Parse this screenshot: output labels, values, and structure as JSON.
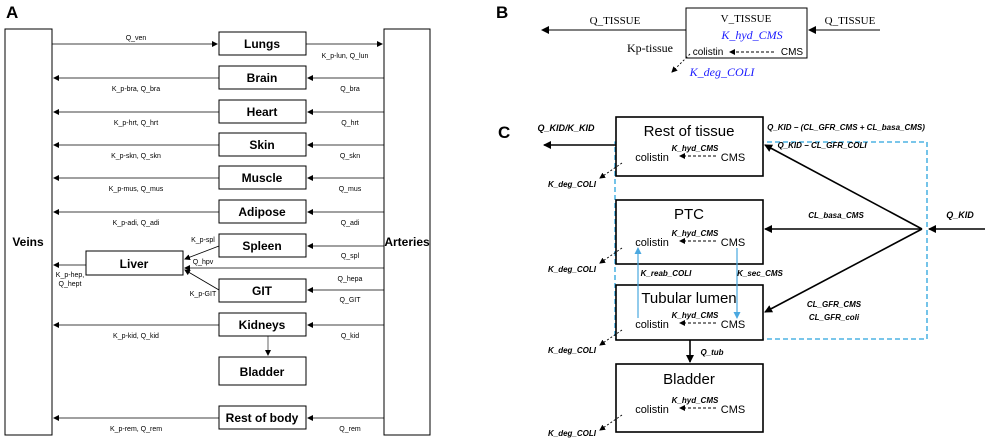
{
  "colors": {
    "line": "#000000",
    "accent_blue": "#1a1aff",
    "dashed_boundary": "#2aa3dd",
    "light_arrow": "#4aa8e0"
  },
  "panel_a": {
    "letter": "A",
    "veins": "Veins",
    "arteries": "Arteries",
    "organs": [
      "Lungs",
      "Brain",
      "Heart",
      "Skin",
      "Muscle",
      "Adipose",
      "Spleen",
      "GIT",
      "Kidneys",
      "Bladder",
      "Rest of body"
    ],
    "liver": "Liver",
    "q_ven": "Q_ven",
    "left_flows": [
      "K_p-bra, Q_bra",
      "K_p-hrt, Q_hrt",
      "K_p-skn, Q_skn",
      "K_p-mus, Q_mus",
      "K_p-adi, Q_adi",
      "K_p-kid, Q_kid",
      "K_p-rem, Q_rem"
    ],
    "right_flows": [
      "K_p-lun, Q_lun",
      "Q_bra",
      "Q_hrt",
      "Q_skn",
      "Q_mus",
      "Q_adi",
      "Q_spl",
      "Q_hepa",
      "Q_GIT",
      "Q_kid",
      "Q_rem"
    ],
    "liver_labels": {
      "k_spl": "K_p-spl",
      "q_hpv": "Q_hpv",
      "k_git": "K_p-GIT",
      "k_hep": "K_p-hep,",
      "q_hept": "Q_hept"
    }
  },
  "panel_b": {
    "letter": "B",
    "q_tissue_left": "Q_TISSUE",
    "q_tissue_right": "Q_TISSUE",
    "v_tissue": "V_TISSUE",
    "k_hyd": "K_hyd_CMS",
    "colistin": "colistin",
    "cms": "CMS",
    "kp_tissue": "Kp-tissue",
    "k_deg": "K_deg_COLI"
  },
  "panel_c": {
    "letter": "C",
    "rest_of_tissue": "Rest of tissue",
    "ptc": "PTC",
    "tubular_lumen": "Tubular lumen",
    "bladder": "Bladder",
    "colistin": "colistin",
    "cms": "CMS",
    "k_hyd": "K_hyd_CMS",
    "k_deg": "K_deg_COLI",
    "k_reab": "K_reab_COLI",
    "k_sec": "K_sec_CMS",
    "q_out": "Q_KID/K_KID",
    "q_rest_1": "Q_KID − (CL_GFR_CMS + CL_basa_CMS)",
    "q_rest_2": "Q_KID − CL_GFR_COLI",
    "cl_basa": "CL_basa_CMS",
    "q_kid": "Q_KID",
    "cl_gfr_cms": "CL_GFR_CMS",
    "cl_gfr_coli": "CL_GFR_coli",
    "q_tub": "Q_tub"
  }
}
